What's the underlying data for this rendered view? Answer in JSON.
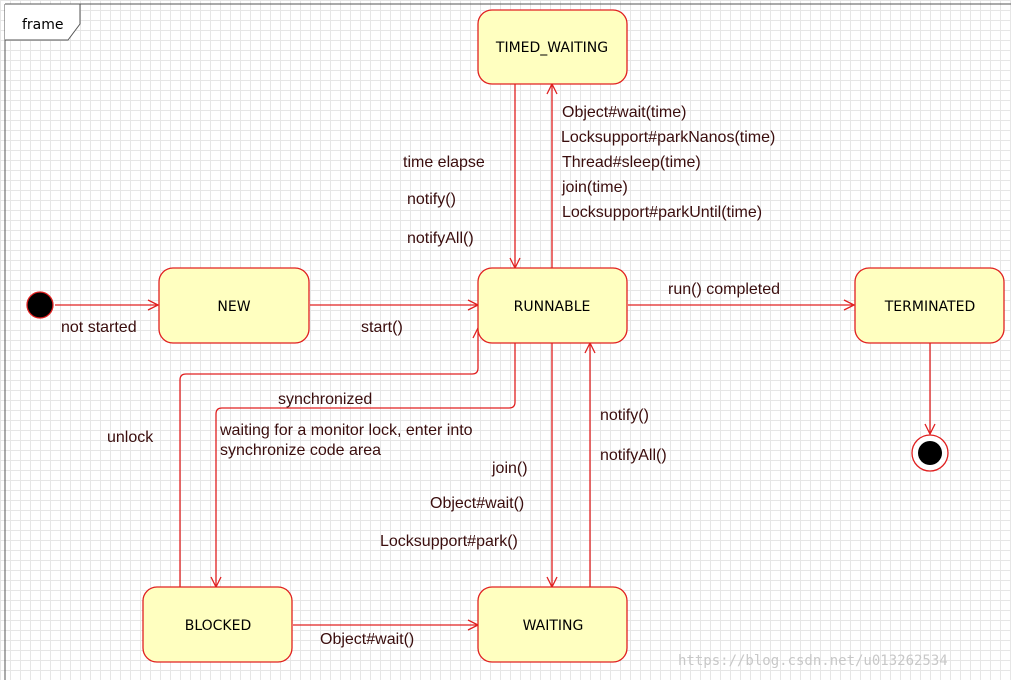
{
  "frame": {
    "label": "frame"
  },
  "states": {
    "new": "NEW",
    "runnable": "RUNNABLE",
    "timed_waiting": "TIMED_WAITING",
    "terminated": "TERMINATED",
    "blocked": "BLOCKED",
    "waiting": "WAITING"
  },
  "transitions": {
    "initial_to_new": "not started",
    "new_to_runnable": "start()",
    "runnable_to_terminated": "run() completed",
    "runnable_to_timed_waiting": [
      "Object#wait(time)",
      "Locksupport#parkNanos(time)",
      "Thread#sleep(time)",
      "join(time)",
      "Locksupport#parkUntil(time)"
    ],
    "timed_waiting_to_runnable": [
      "time elapse",
      "notify()",
      "notifyAll()"
    ],
    "runnable_to_blocked_title": "synchronized",
    "runnable_to_blocked_desc": [
      "waiting for a monitor lock, enter into",
      "synchronize code area"
    ],
    "blocked_to_runnable": "unlock",
    "runnable_to_waiting": [
      "join()",
      "Object#wait()",
      "Locksupport#park()"
    ],
    "waiting_to_runnable": [
      "notify()",
      "notifyAll()"
    ],
    "blocked_to_waiting": "Object#wait()"
  },
  "watermark": "https://blog.csdn.net/u013262534",
  "colors": {
    "stroke": "#e02020",
    "state_fill": "#ffffc0",
    "label_text": "#3a0d0d"
  }
}
